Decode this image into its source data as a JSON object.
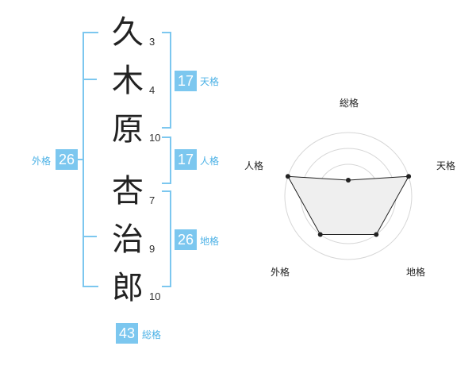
{
  "name": {
    "chars": [
      {
        "char": "久",
        "strokes": "3"
      },
      {
        "char": "木",
        "strokes": "4"
      },
      {
        "char": "原",
        "strokes": "10"
      },
      {
        "char": "杏",
        "strokes": "7"
      },
      {
        "char": "治",
        "strokes": "9"
      },
      {
        "char": "郎",
        "strokes": "10"
      }
    ]
  },
  "fortune": {
    "tenkaku": {
      "value": "17",
      "label": "天格"
    },
    "jinkaku": {
      "value": "17",
      "label": "人格"
    },
    "chikaku": {
      "value": "26",
      "label": "地格"
    },
    "gaikaku": {
      "value": "26",
      "label": "外格"
    },
    "soukaku": {
      "value": "43",
      "label": "総格"
    }
  },
  "radar": {
    "axes": [
      "総格",
      "天格",
      "地格",
      "外格",
      "人格"
    ],
    "levels": 4,
    "values": {
      "総格": 1,
      "天格": 4,
      "地格": 3,
      "外格": 3,
      "人格": 4
    },
    "max": 4
  },
  "colors": {
    "accent": "#7cc7ef",
    "label_text": "#4db2e6"
  }
}
